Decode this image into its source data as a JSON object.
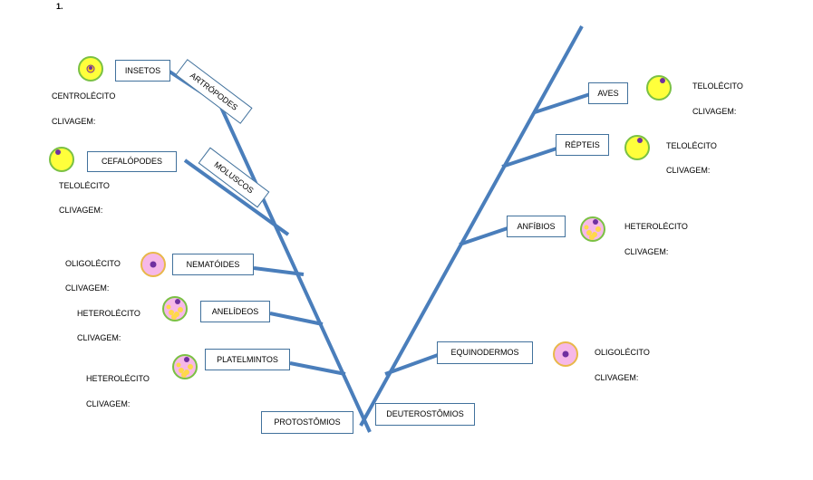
{
  "question_number": "1.",
  "colors": {
    "branch": "#4a7ebb",
    "box_border": "#41719c",
    "yolk_yellow": "#ffff3b",
    "yolk_pink": "#f6b8e8",
    "nucleus": "#7030a0"
  },
  "protostomes": {
    "root_label": "PROTOSTÔMIOS",
    "groups": [
      {
        "name": "ARTRÓPODES",
        "subgroups": [
          "INSETOS"
        ]
      },
      {
        "name": "MOLUSCOS",
        "subgroups": [
          "CEFALÓPODES"
        ]
      },
      {
        "name": "NEMATÓIDES"
      },
      {
        "name": "ANELÍDEOS"
      },
      {
        "name": "PLATELMINTOS"
      }
    ],
    "eggs": [
      {
        "type": "CENTROLÉCITO",
        "cleavage": "CLIVAGEM:",
        "icon": "centrolecithal-egg-icon"
      },
      {
        "type": "TELOLÉCITO",
        "cleavage": "CLIVAGEM:",
        "icon": "telolecithal-egg-icon"
      },
      {
        "type": "OLIGOLÉCITO",
        "cleavage": "CLIVAGEM:",
        "icon": "oligolecithal-egg-icon"
      },
      {
        "type": "HETEROLÉCITO",
        "cleavage": "CLIVAGEM:",
        "icon": "heterolecithal-egg-icon"
      },
      {
        "type": "HETEROLÉCITO",
        "cleavage": "CLIVAGEM:",
        "icon": "heterolecithal-egg-icon"
      }
    ]
  },
  "deuterostomes": {
    "root_label": "DEUTEROSTÔMIOS",
    "groups": [
      {
        "name": "AVES",
        "egg": "TELOLÉCITO",
        "cleavage": "CLIVAGEM:",
        "icon": "telolecithal-egg-icon"
      },
      {
        "name": "RÉPTEIS",
        "egg": "TELOLÉCITO",
        "cleavage": "CLIVAGEM:",
        "icon": "telolecithal-egg-icon"
      },
      {
        "name": "ANFÍBIOS",
        "egg": "HETEROLÉCITO",
        "cleavage": "CLIVAGEM:",
        "icon": "heterolecithal-egg-icon"
      },
      {
        "name": "EQUINODERMOS",
        "egg": "OLIGOLÉCITO",
        "cleavage": "CLIVAGEM:",
        "icon": "oligolecithal-egg-icon"
      }
    ]
  }
}
